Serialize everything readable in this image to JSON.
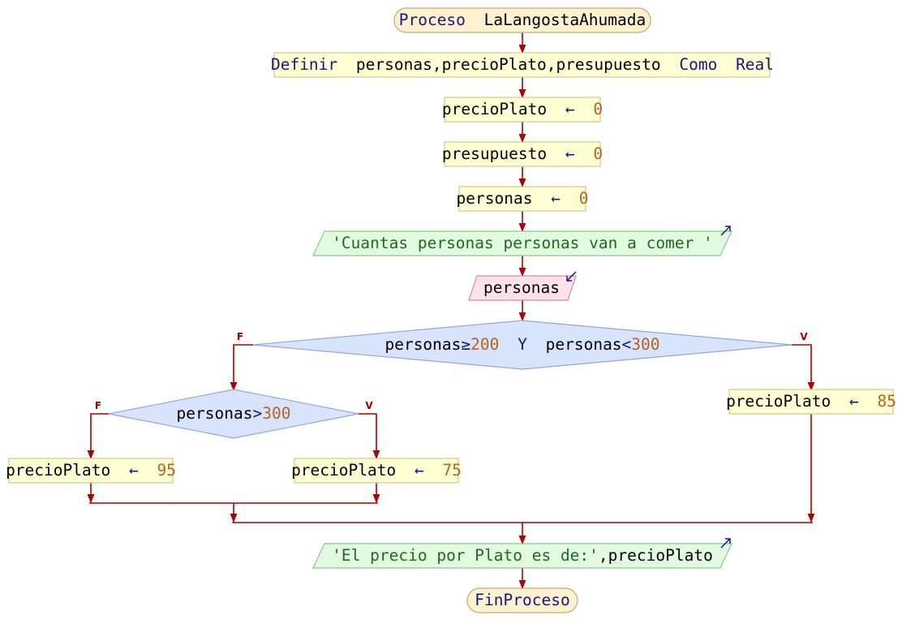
{
  "diagram": {
    "start": {
      "keyword": "Proceso",
      "name": "LaLangostaAhumada"
    },
    "define": {
      "keyword": "Definir",
      "vars": "personas,precioPlato,presupuesto",
      "keyword2": "Como",
      "type": "Real"
    },
    "assign1": {
      "var": "precioPlato",
      "op": "←",
      "value": "0"
    },
    "assign2": {
      "var": "presupuesto",
      "op": "←",
      "value": "0"
    },
    "assign3": {
      "var": "personas",
      "op": "←",
      "value": "0"
    },
    "output1": {
      "text": "'Cuantas personas personas van a comer '"
    },
    "input1": {
      "var": "personas"
    },
    "cond1": {
      "a": "personas",
      "op1": "≥",
      "n1": "200",
      "and": "Y",
      "b": "personas",
      "op2": "<",
      "n2": "300",
      "false_label": "F",
      "true_label": "V"
    },
    "cond2": {
      "a": "personas",
      "op": ">",
      "n": "300",
      "false_label": "F",
      "true_label": "V"
    },
    "assign_f": {
      "var": "precioPlato",
      "op": "←",
      "value": "95"
    },
    "assign_v2": {
      "var": "precioPlato",
      "op": "←",
      "value": "75"
    },
    "assign_v1": {
      "var": "precioPlato",
      "op": "←",
      "value": "85"
    },
    "output2": {
      "text": "'El precio por Plato es de:'",
      "sep": ",",
      "var": "precioPlato"
    },
    "end": {
      "keyword": "FinProceso"
    }
  },
  "colors": {
    "terminal_fill": "#fdf2d0",
    "terminal_stroke": "#c8a870",
    "process_fill": "#ffffd4",
    "process_stroke": "#cccc88",
    "output_fill": "#e2fbe0",
    "output_stroke": "#8ac58a",
    "input_fill": "#fde2ec",
    "input_stroke": "#d48aa8",
    "decision_fill": "#d8e4fb",
    "decision_stroke": "#94a8d4",
    "arrow": "#b00000"
  }
}
